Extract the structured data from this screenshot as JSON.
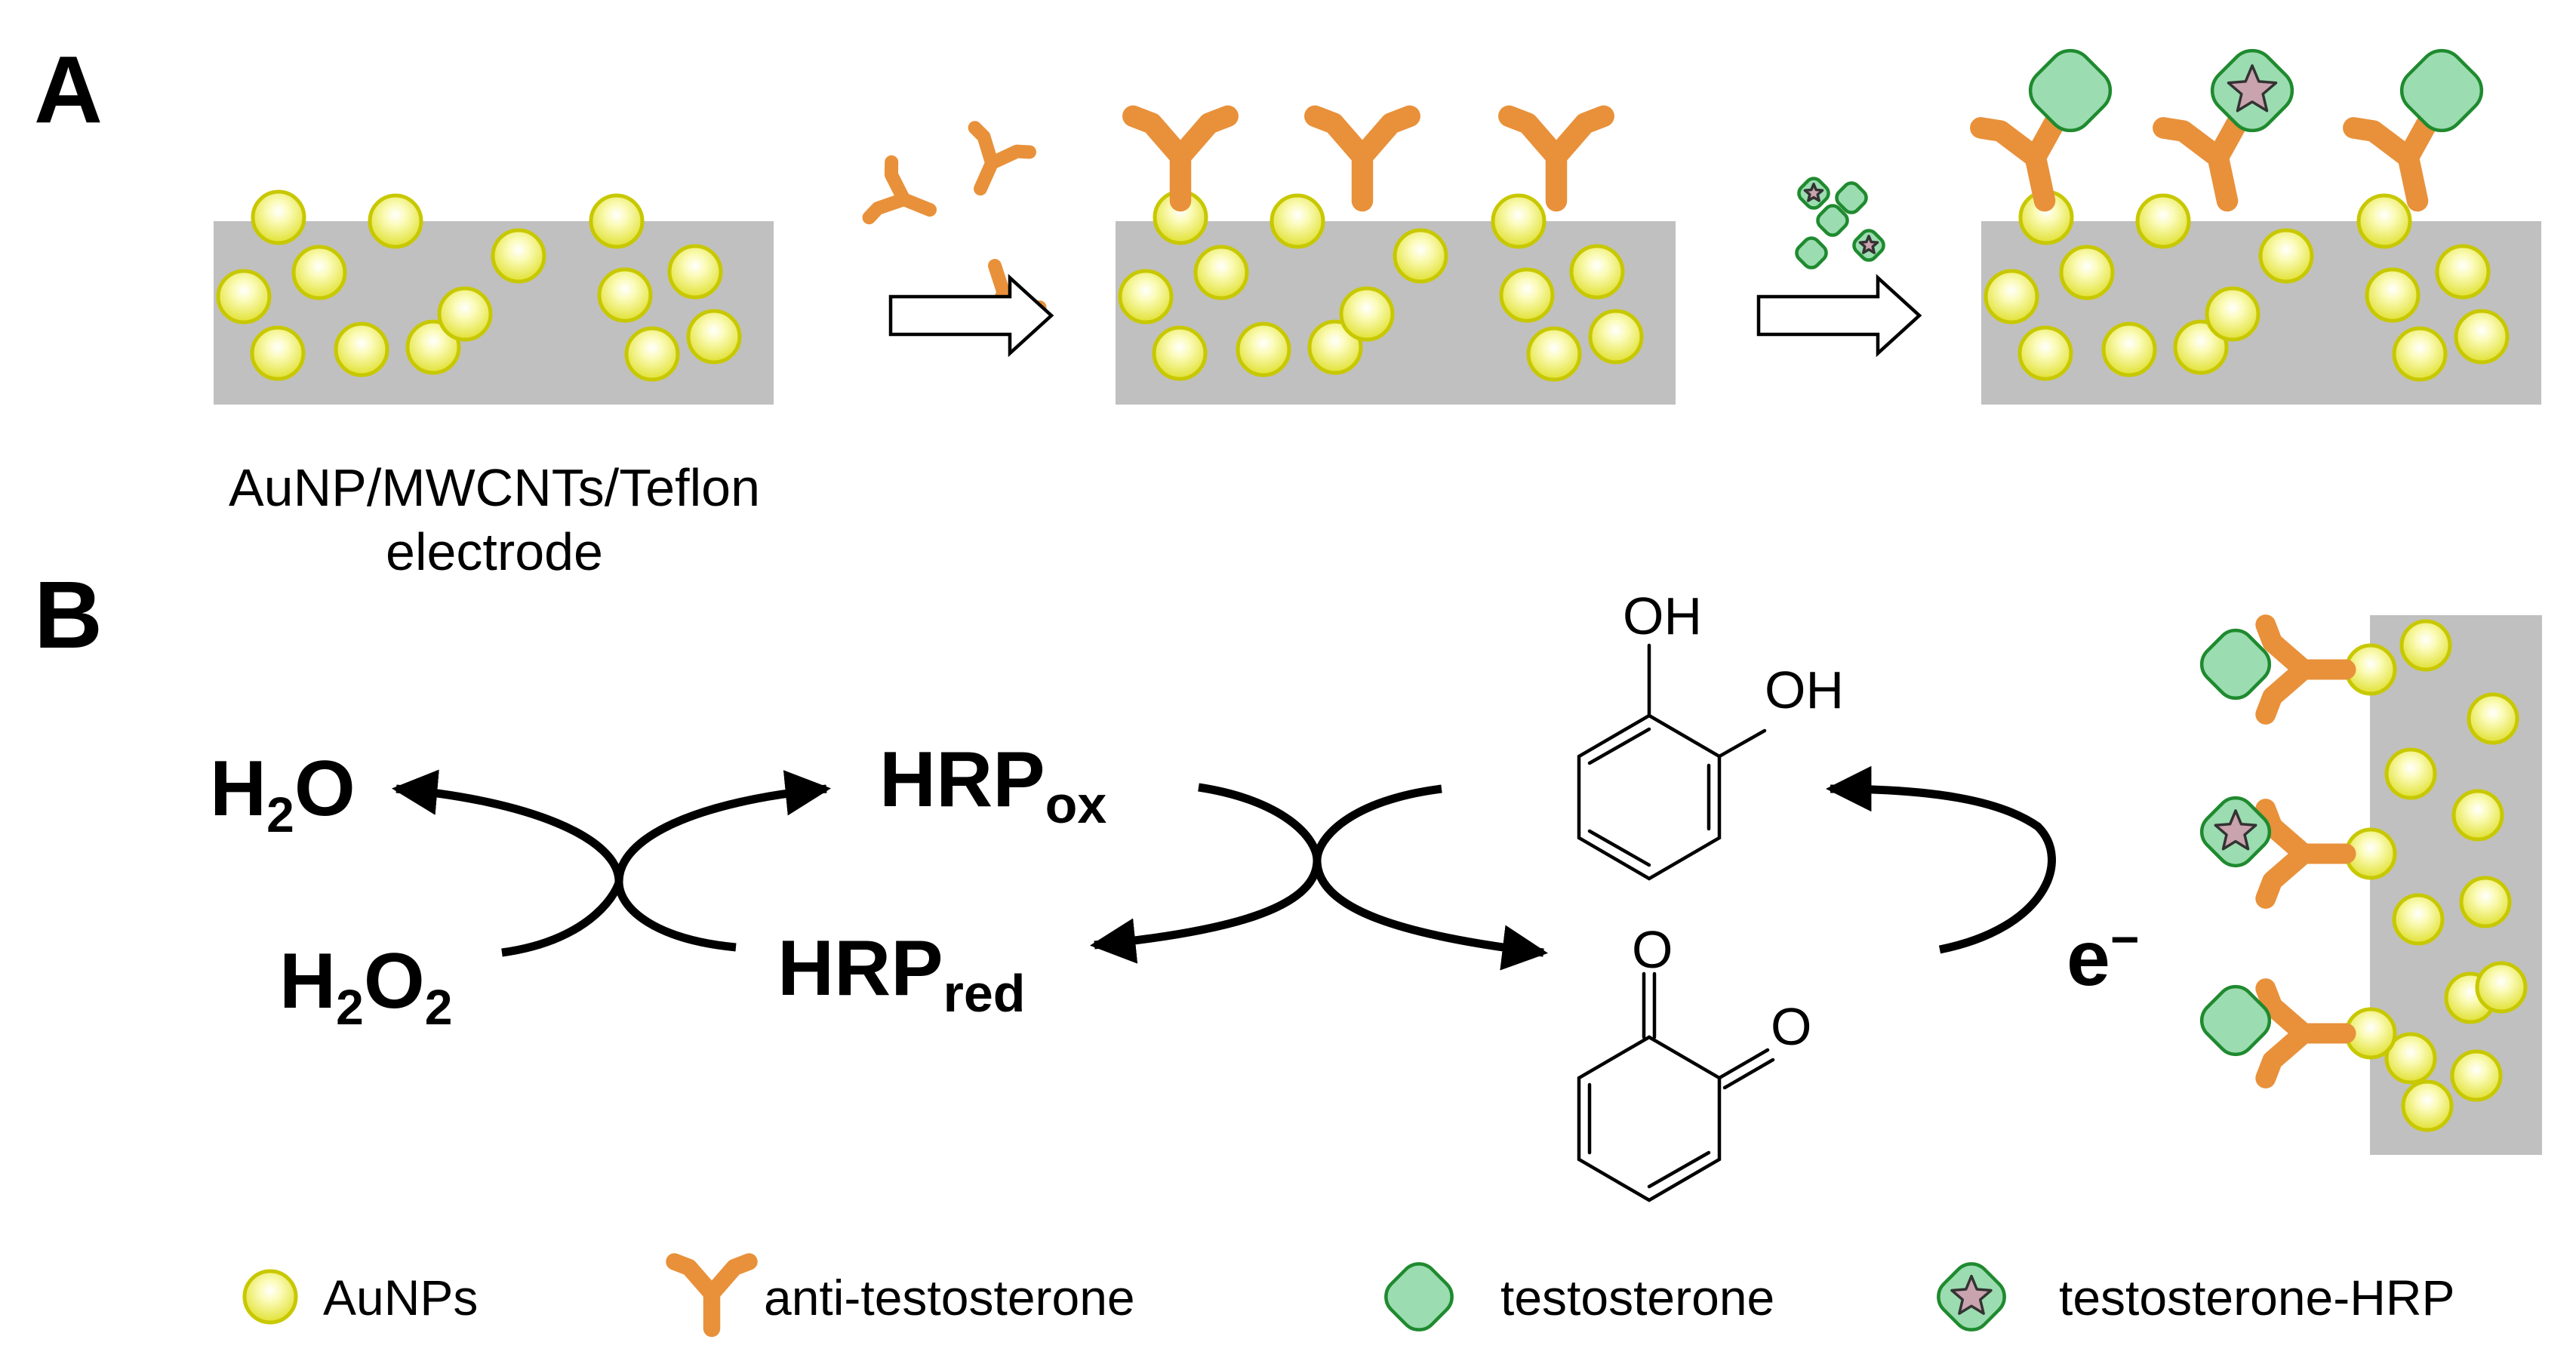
{
  "panel_a": {
    "label": "A",
    "electrode_caption_line1": "AuNP/MWCNTs/Teflon",
    "electrode_caption_line2": "electrode"
  },
  "panel_b": {
    "label": "B",
    "h2o": {
      "main": "H",
      "sub": "2",
      "tail": "O"
    },
    "h2o2": {
      "main1": "H",
      "sub1": "2",
      "main2": "O",
      "sub2": "2"
    },
    "hrp_ox": {
      "main": "HRP",
      "sub": "ox"
    },
    "hrp_red": {
      "main": "HRP",
      "sub": "red"
    },
    "electron": {
      "main": "e",
      "sup": "−"
    },
    "catechol": {
      "oh1": "OH",
      "oh2": "OH"
    },
    "quinone": {
      "o1": "O",
      "o2": "O"
    }
  },
  "legend": {
    "aunp": "AuNPs",
    "antibody": "anti-testosterone",
    "testosterone": "testosterone",
    "testosterone_hrp": "testosterone-HRP"
  },
  "colors": {
    "electrode": "#c0c0c0",
    "aunp_fill": "#f0f060",
    "aunp_stroke": "#c8c800",
    "antibody": "#e8913a",
    "testosterone_fill": "#9bdcb0",
    "testosterone_stroke": "#1f8a2f",
    "hrp_star": "#c9a3ae"
  },
  "icons": [
    "aunp-icon",
    "antibody-icon",
    "testosterone-icon",
    "testosterone-hrp-icon",
    "arrow-icon"
  ]
}
